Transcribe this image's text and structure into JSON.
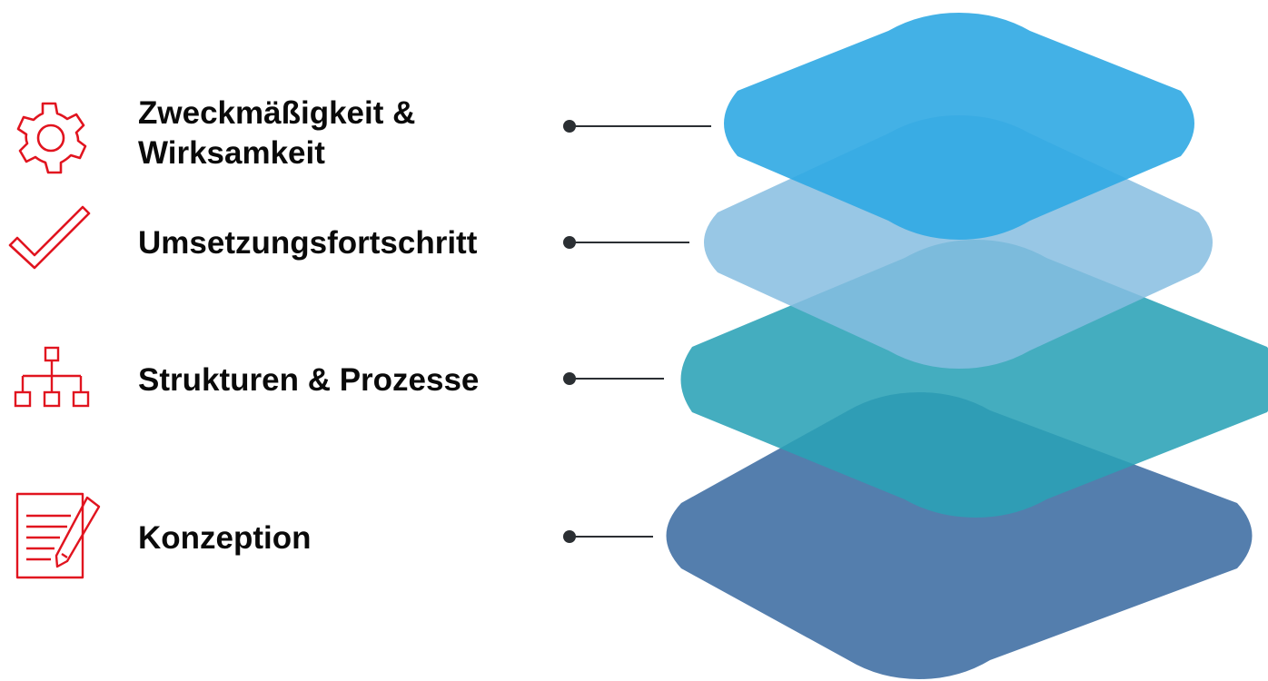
{
  "colors": {
    "icon_red": "#e1141f",
    "text": "#0a0a0a",
    "connector": "#2b2f33",
    "layer_top": "#2fa8e3",
    "layer_second": "#86bde0",
    "layer_third": "#2aa2b6",
    "layer_bottom": "#4170a4"
  },
  "items": [
    {
      "icon": "gear-icon",
      "label_lines": [
        "Zweckmäßigkeit &",
        "Wirksamkeit"
      ]
    },
    {
      "icon": "checkmark-icon",
      "label_lines": [
        "Umsetzungsfortschritt"
      ]
    },
    {
      "icon": "org-chart-icon",
      "label_lines": [
        "Strukturen & Prozesse"
      ]
    },
    {
      "icon": "document-pen-icon",
      "label_lines": [
        "Konzeption"
      ]
    }
  ]
}
